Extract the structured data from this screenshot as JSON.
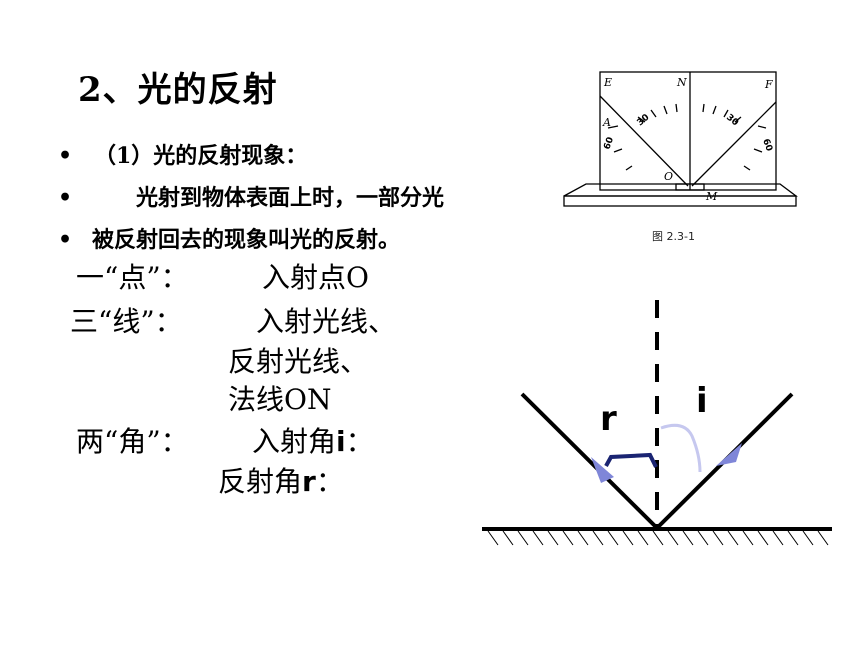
{
  "title": "2、光的反射",
  "bullets": [
    {
      "dot": "•",
      "text": "（1）光的反射现象："
    },
    {
      "dot": "•",
      "text": "光射到物体表面上时，一部分光"
    },
    {
      "dot": "•",
      "text": "被反射回去的现象叫光的反射。"
    }
  ],
  "terms": {
    "point_label": "一“点”：",
    "point_value": "入射点O",
    "line_label": "三“线”：",
    "line_value_1": "入射光线、",
    "line_value_2": "反射光线、",
    "line_value_3": "法线ON",
    "angle_label": "两“角”：",
    "angle_value_1_prefix": "入射角",
    "angle_value_1_symbol": "i",
    "angle_value_1_suffix": "：",
    "angle_value_2_prefix": "反射角",
    "angle_value_2_symbol": "r",
    "angle_value_2_suffix": "："
  },
  "apparatus": {
    "letters": {
      "E": "E",
      "N": "N",
      "F": "F",
      "A": "A",
      "O": "O",
      "M": "M"
    },
    "scale_left": [
      "30",
      "60"
    ],
    "scale_right": [
      "30",
      "60"
    ],
    "caption": "图 2.3-1"
  },
  "diagram": {
    "label_r": "r",
    "label_i": "i",
    "colors": {
      "arrow": "#7f86d8",
      "arc_r": "#1a2472",
      "arc_i": "#c6c8ef",
      "line": "#000000"
    }
  }
}
